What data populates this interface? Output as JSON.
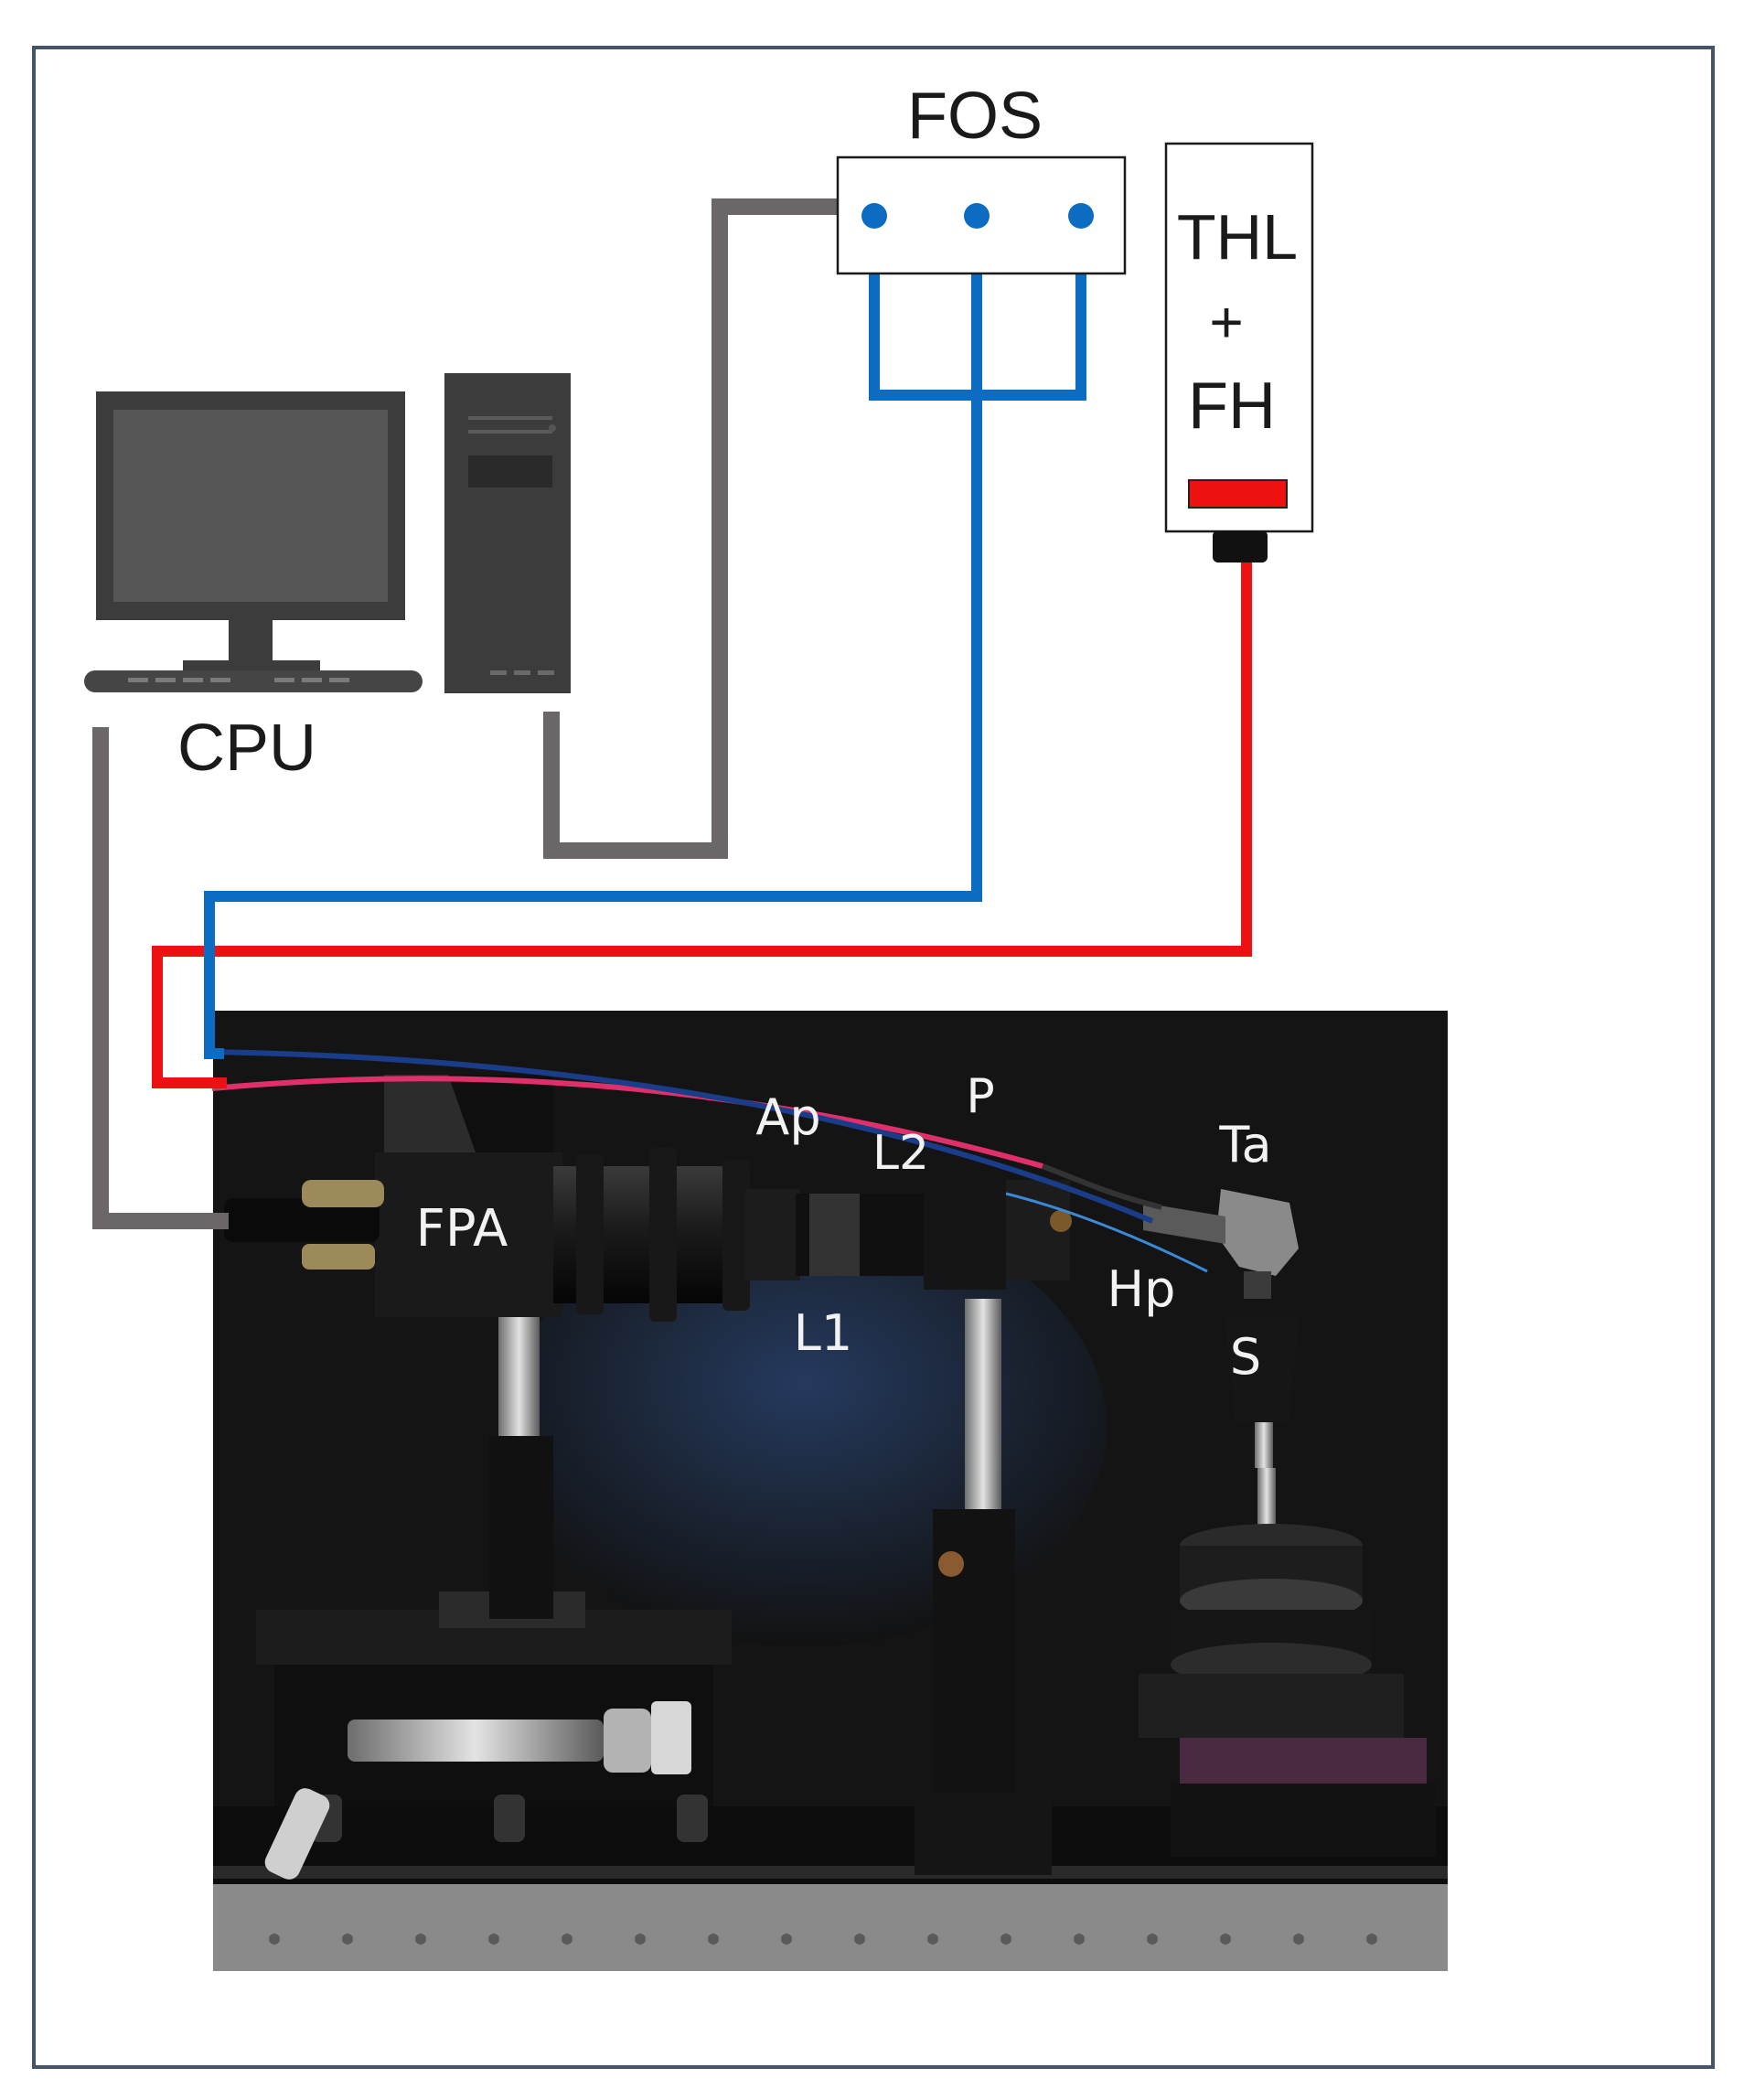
{
  "labels": {
    "fos": "FOS",
    "thl_line1": "THL",
    "thl_line2": "+",
    "thl_line3": "FH",
    "cpu": "CPU",
    "fpa": "FPA",
    "ap": "Ap",
    "p": "P",
    "l2": "L2",
    "ta": "Ta",
    "hp": "Hp",
    "l1": "L1",
    "s": "S"
  },
  "colors": {
    "frame_border": "#44546a",
    "data_cable": "#6b6667",
    "fiber_cable": "#0b6cc2",
    "heating_cable": "#ee1111",
    "computer_body": "#3c3c3c",
    "photo_background": "#141414"
  },
  "icons": {
    "monitor": "computer-monitor-icon",
    "tower": "computer-tower-icon",
    "fiber_connector": "fiber-connector-icon"
  }
}
